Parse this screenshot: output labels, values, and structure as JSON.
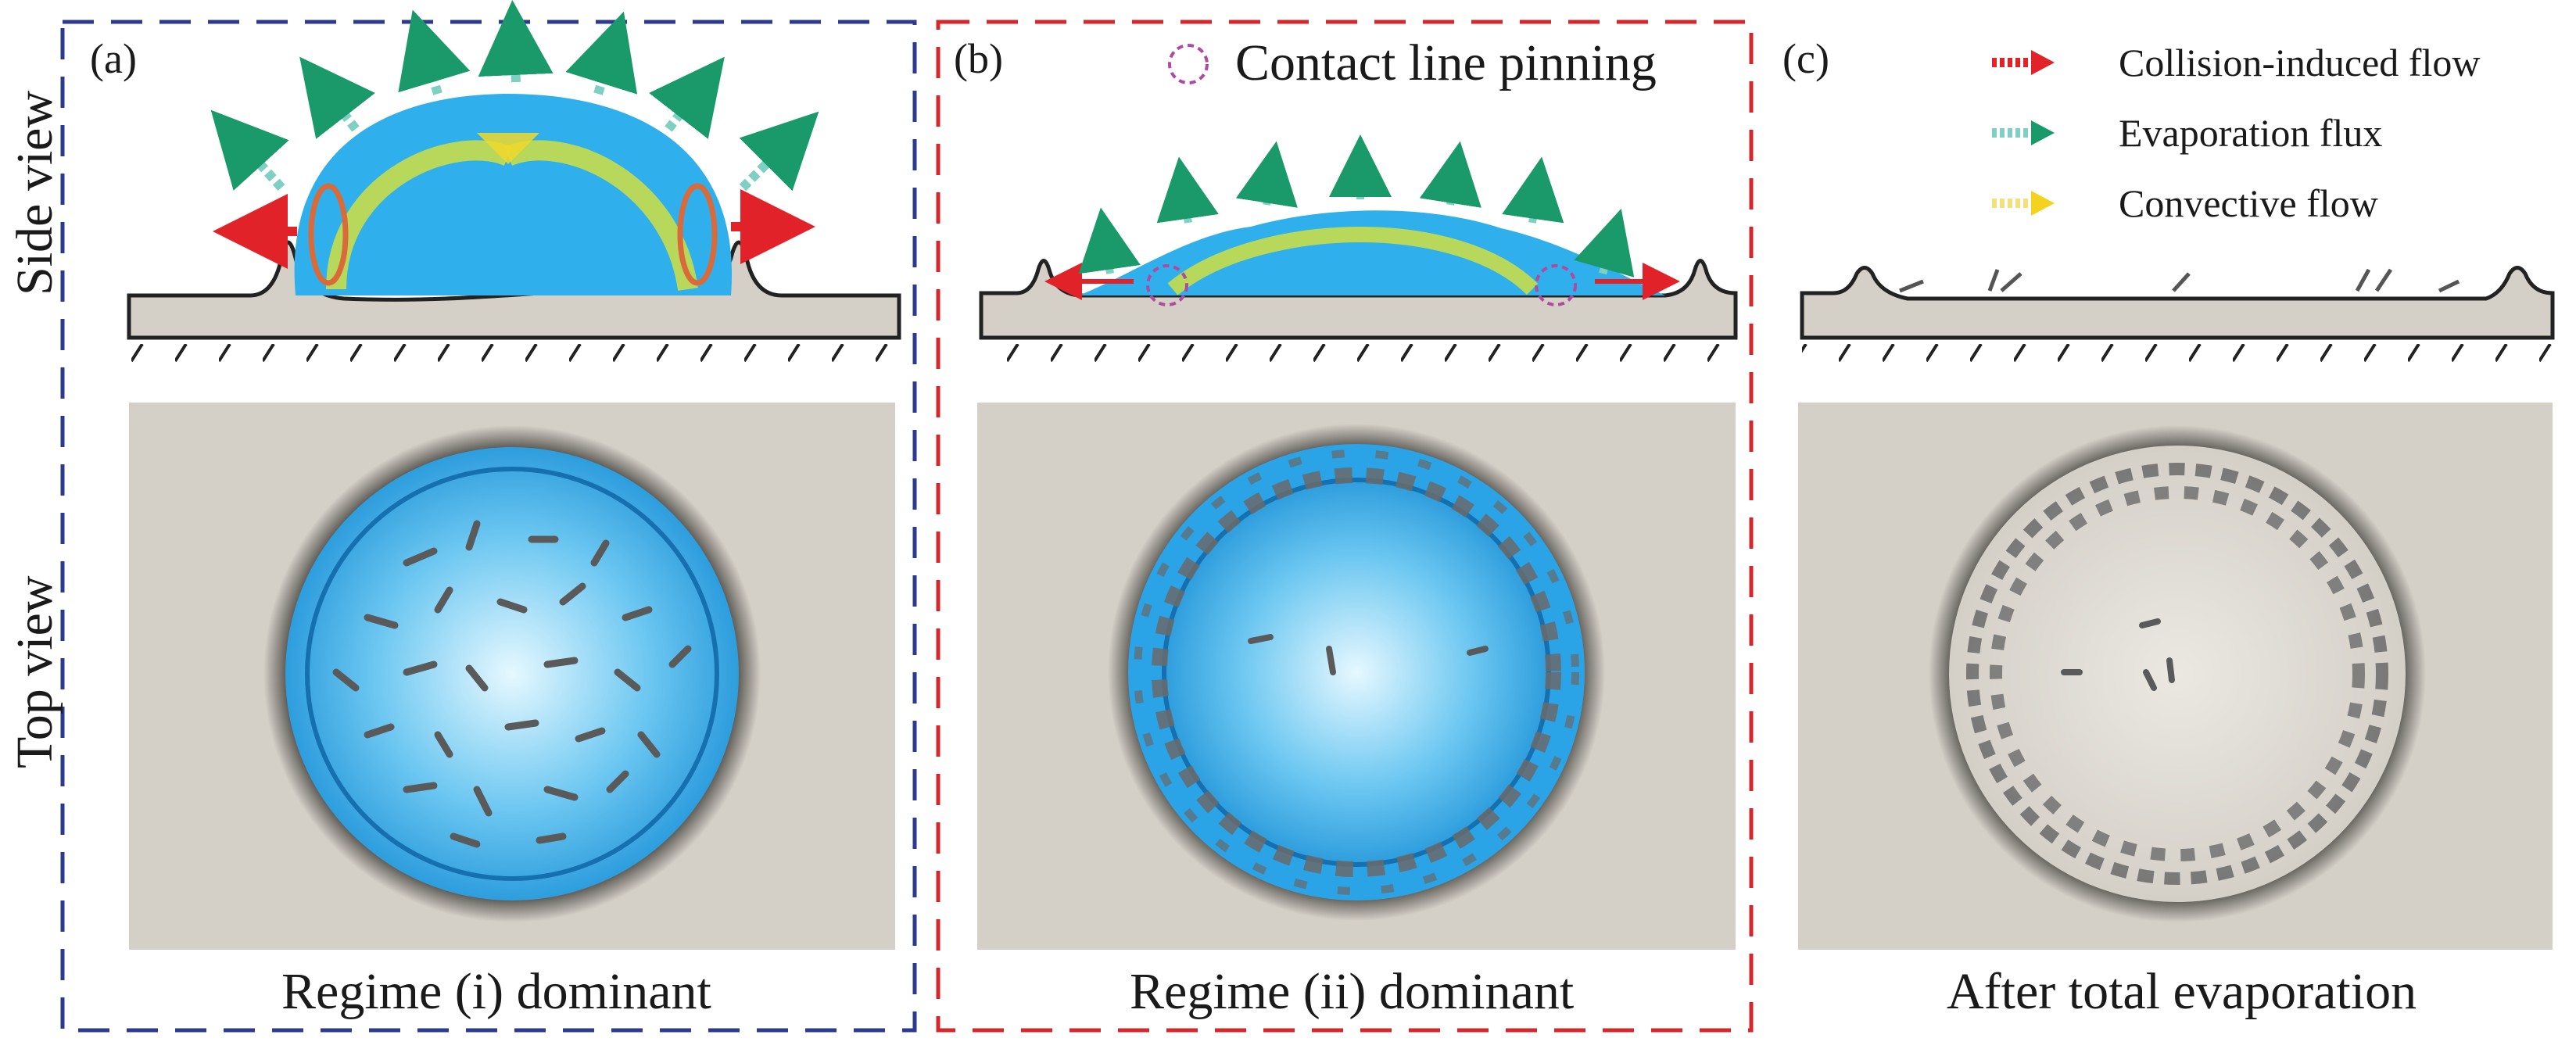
{
  "panels": {
    "a": {
      "label": "(a)",
      "caption": "Regime (i) dominant"
    },
    "b": {
      "label": "(b)",
      "caption": "Regime (ii) dominant"
    },
    "c": {
      "label": "(c)",
      "caption": "After total evaporation"
    }
  },
  "row_labels": {
    "side": "Side view",
    "top": "Top view"
  },
  "pinning_legend": "Contact line pinning",
  "legend": [
    {
      "label": "Collision-induced flow",
      "color": "#d7262b"
    },
    {
      "label": "Evaporation flux",
      "color": "#1a9a6a"
    },
    {
      "label": "Convective flow",
      "color": "#f2d41f"
    }
  ],
  "colors": {
    "frame_a": "#2b3a8f",
    "frame_b": "#d7262b",
    "substrate": "#d4d0c8",
    "droplet": "#2fa8e6",
    "droplet_light": "#cfeefc",
    "pinning": "#b04aa0"
  }
}
